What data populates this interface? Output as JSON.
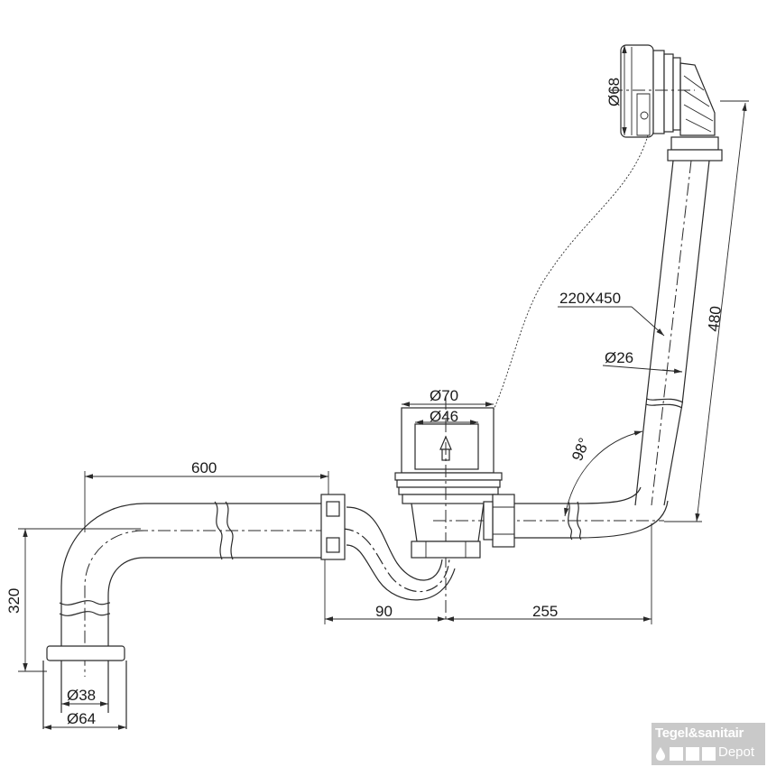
{
  "dimensions": {
    "d68": "Ø68",
    "size_220x450": "220X450",
    "d26": "Ø26",
    "len_480": "480",
    "d70": "Ø70",
    "d46": "Ø46",
    "angle_98": "98°",
    "len_600": "600",
    "len_320": "320",
    "len_90": "90",
    "len_255": "255",
    "d38": "Ø38",
    "d64": "Ø64"
  },
  "logo": {
    "name": "Tegel&sanitair",
    "sub": "Depot"
  },
  "colors": {
    "line": "#2a2a2a",
    "logo_bg": "#c9c9c9"
  }
}
